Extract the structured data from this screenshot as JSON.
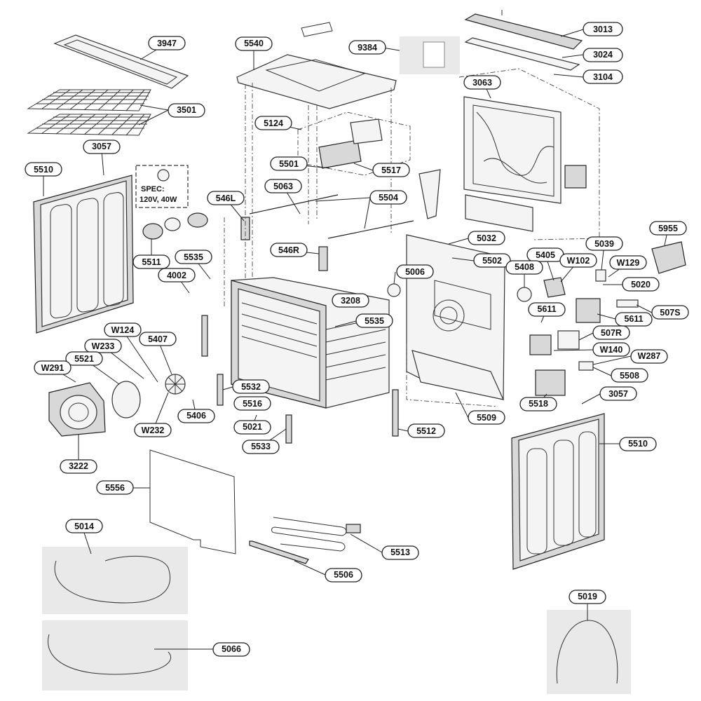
{
  "diagram": {
    "callouts": [
      {
        "id": "c3947",
        "label": "3947"
      },
      {
        "id": "c3501",
        "label": "3501"
      },
      {
        "id": "c3057a",
        "label": "3057"
      },
      {
        "id": "c5510a",
        "label": "5510"
      },
      {
        "id": "c5511",
        "label": "5511"
      },
      {
        "id": "c5540",
        "label": "5540"
      },
      {
        "id": "c9384",
        "label": "9384"
      },
      {
        "id": "c3013",
        "label": "3013"
      },
      {
        "id": "c3024",
        "label": "3024"
      },
      {
        "id": "c3104",
        "label": "3104"
      },
      {
        "id": "c3063",
        "label": "3063"
      },
      {
        "id": "c5124",
        "label": "5124"
      },
      {
        "id": "c5501",
        "label": "5501"
      },
      {
        "id": "c5517",
        "label": "5517"
      },
      {
        "id": "c5063",
        "label": "5063"
      },
      {
        "id": "c5504",
        "label": "5504"
      },
      {
        "id": "c546L",
        "label": "546L"
      },
      {
        "id": "c5535a",
        "label": "5535"
      },
      {
        "id": "c4002",
        "label": "4002"
      },
      {
        "id": "c546R",
        "label": "546R"
      },
      {
        "id": "c5032",
        "label": "5032"
      },
      {
        "id": "c5955",
        "label": "5955"
      },
      {
        "id": "c5502",
        "label": "5502"
      },
      {
        "id": "c5006",
        "label": "5006"
      },
      {
        "id": "c5405",
        "label": "5405"
      },
      {
        "id": "c5039",
        "label": "5039"
      },
      {
        "id": "cW102",
        "label": "W102"
      },
      {
        "id": "cW129",
        "label": "W129"
      },
      {
        "id": "c5408",
        "label": "5408"
      },
      {
        "id": "c5020",
        "label": "5020"
      },
      {
        "id": "c3208",
        "label": "3208"
      },
      {
        "id": "c507S",
        "label": "507S"
      },
      {
        "id": "c5611a",
        "label": "5611"
      },
      {
        "id": "c5611b",
        "label": "5611"
      },
      {
        "id": "c5535b",
        "label": "5535"
      },
      {
        "id": "cW124",
        "label": "W124"
      },
      {
        "id": "c5407",
        "label": "5407"
      },
      {
        "id": "c507R",
        "label": "507R"
      },
      {
        "id": "cW233",
        "label": "W233"
      },
      {
        "id": "cW140",
        "label": "W140"
      },
      {
        "id": "cW287",
        "label": "W287"
      },
      {
        "id": "c5521",
        "label": "5521"
      },
      {
        "id": "cW291",
        "label": "W291"
      },
      {
        "id": "c5508",
        "label": "5508"
      },
      {
        "id": "c5532",
        "label": "5532"
      },
      {
        "id": "c5516",
        "label": "5516"
      },
      {
        "id": "c5518",
        "label": "5518"
      },
      {
        "id": "c3057b",
        "label": "3057"
      },
      {
        "id": "cW232",
        "label": "W232"
      },
      {
        "id": "c5406",
        "label": "5406"
      },
      {
        "id": "c5509",
        "label": "5509"
      },
      {
        "id": "c5021",
        "label": "5021"
      },
      {
        "id": "c5512",
        "label": "5512"
      },
      {
        "id": "c5533",
        "label": "5533"
      },
      {
        "id": "c5510b",
        "label": "5510"
      },
      {
        "id": "c3222",
        "label": "3222"
      },
      {
        "id": "c5556",
        "label": "5556"
      },
      {
        "id": "c5014",
        "label": "5014"
      },
      {
        "id": "c5513",
        "label": "5513"
      },
      {
        "id": "c5506",
        "label": "5506"
      },
      {
        "id": "c5066",
        "label": "5066"
      },
      {
        "id": "c5019",
        "label": "5019"
      }
    ],
    "spec": {
      "line1": "SPEC:",
      "line2": "120V, 40W"
    }
  }
}
